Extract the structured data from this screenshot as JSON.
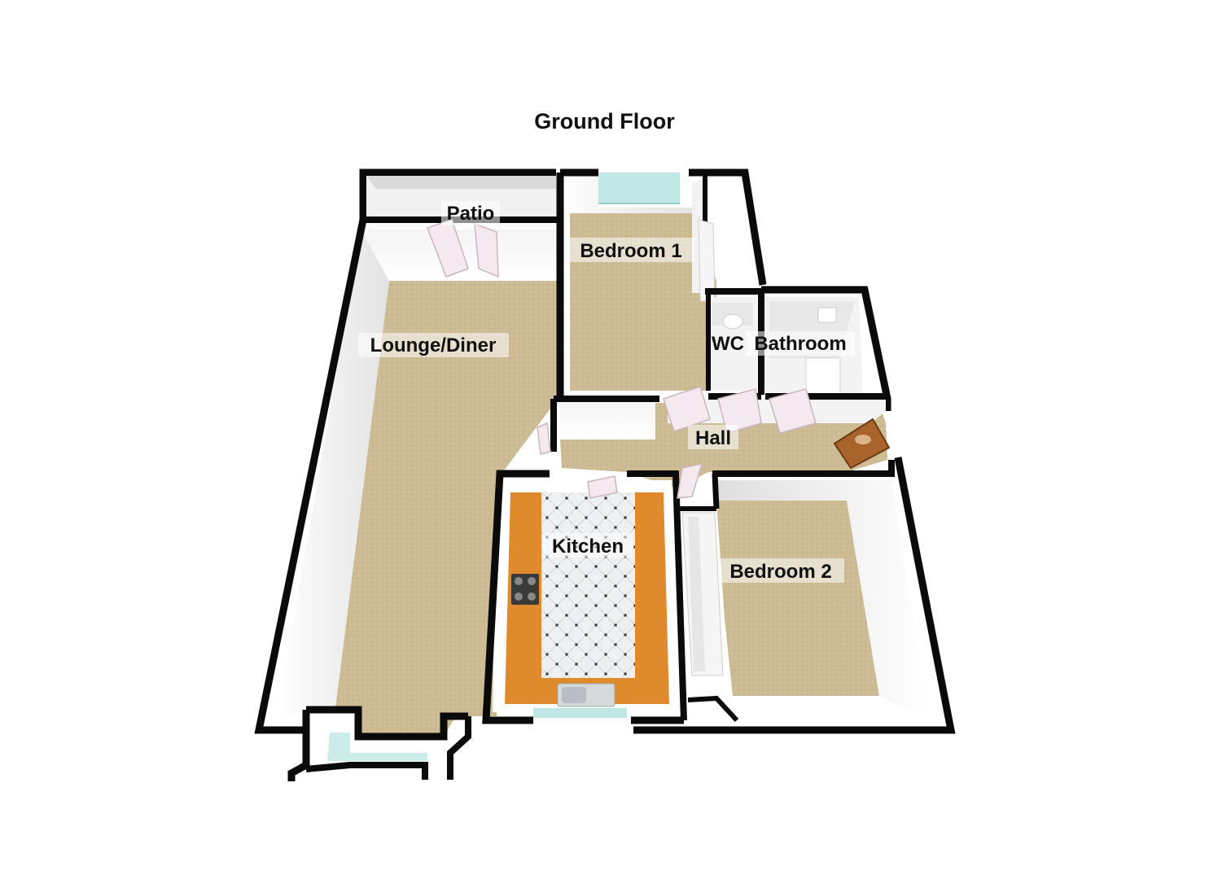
{
  "title": "Ground Floor",
  "rooms": {
    "patio": "Patio",
    "bedroom1": "Bedroom 1",
    "lounge": "Lounge/Diner",
    "wc": "WC",
    "bathroom": "Bathroom",
    "hall": "Hall",
    "kitchen": "Kitchen",
    "bedroom2": "Bedroom 2"
  },
  "colors": {
    "wall": "#0a0a0a",
    "carpet": "#cdbb93",
    "worktop": "#e08a2e",
    "tile": "#e9ecef",
    "glass": "#bfe7e3",
    "front_door": "#a8642a"
  }
}
